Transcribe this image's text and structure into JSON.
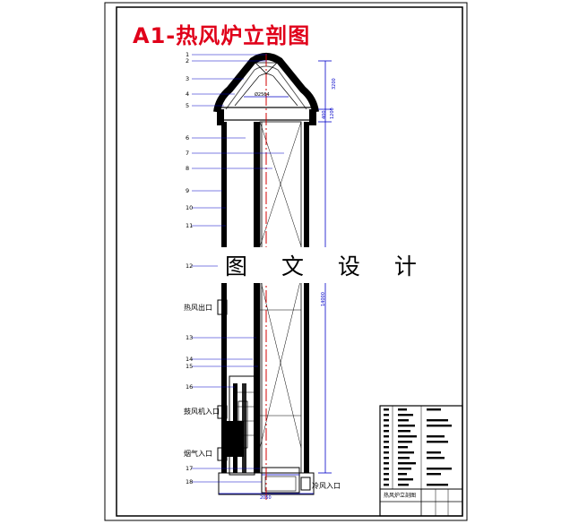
{
  "title": "A1-热风炉立剖图",
  "watermark": "图 文 设 计",
  "part_numbers": [
    "1",
    "2",
    "3",
    "4",
    "5",
    "6",
    "7",
    "8",
    "9",
    "10",
    "11",
    "12",
    "13",
    "14",
    "15",
    "16",
    "17",
    "18"
  ],
  "port_labels": {
    "hot_air_outlet": "热风出口",
    "blower_inlet": "鼓风机入口",
    "flue_gas_inlet": "烟气入口",
    "cold_air_inlet": "冷风入口"
  },
  "dimensions": {
    "dome_width": "Ø2564",
    "dome_height": "3200",
    "ring_height": "400",
    "ring_height_2": "1200",
    "shaft_height": "14000",
    "base_width": "2050"
  },
  "title_block": {
    "caption": "热风炉立剖图"
  },
  "colors": {
    "title": "#e0001a",
    "dimension": "#0000c8",
    "centerline": "#d00000",
    "lines": "#000000"
  }
}
